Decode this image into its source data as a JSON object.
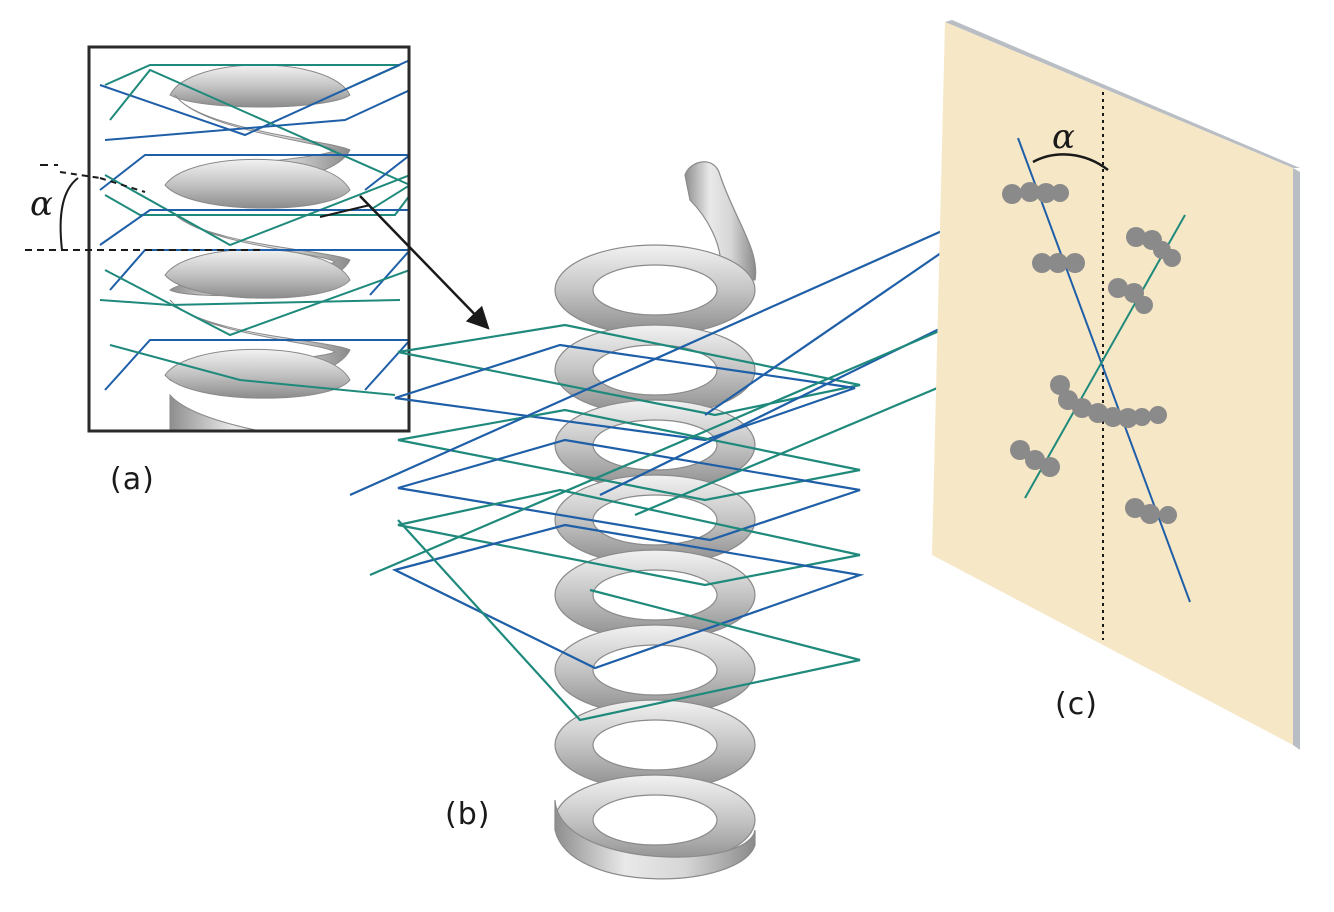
{
  "labels": {
    "a": "(a)",
    "b": "(b)",
    "c": "(c)"
  },
  "symbols": {
    "alpha_a": "α",
    "alpha_c": "α"
  },
  "colors": {
    "blue": "#1f5fa8",
    "teal": "#1f8a7c",
    "screen": "#f6e7c6",
    "screen_edge": "#b9bdc4",
    "spot": "#8a8a8a",
    "coil_light": "#e4e4e4",
    "coil_dark": "#9a9a9a"
  }
}
